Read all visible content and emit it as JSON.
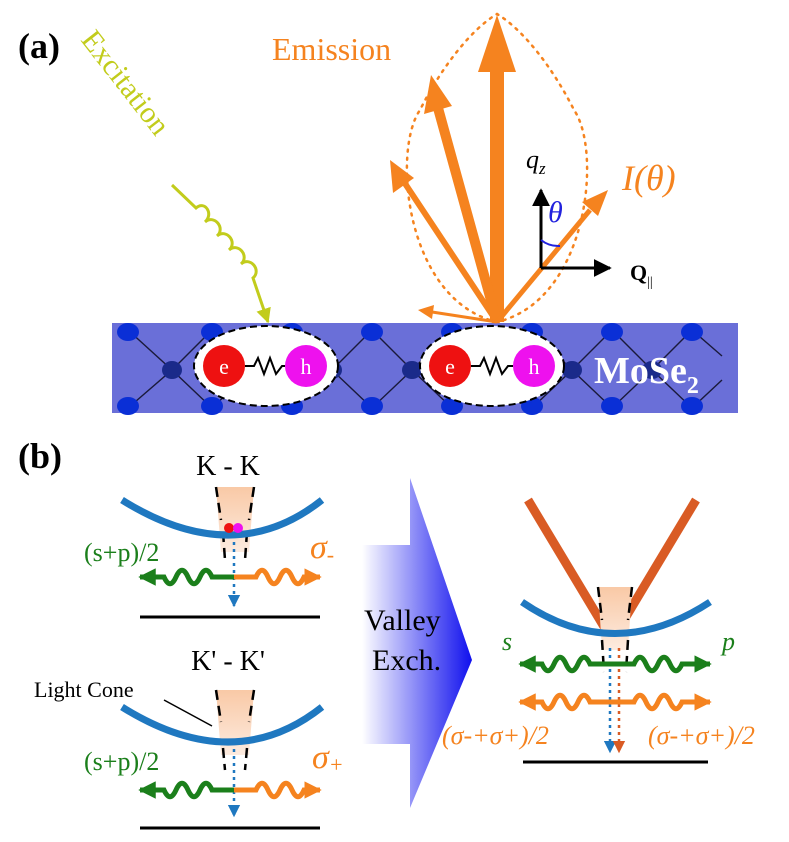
{
  "panel_a": {
    "label": "(a)",
    "excitation": "Excitation",
    "emission": "Emission",
    "intensity": "I(θ)",
    "axis_qz": {
      "q": "q",
      "sub": "z"
    },
    "theta": "θ",
    "axis_q": {
      "q": "Q",
      "sub": "||"
    },
    "material": {
      "main": "MoSe",
      "sub": "2"
    },
    "electron": "e",
    "hole": "h"
  },
  "panel_b": {
    "label": "(b)",
    "top_title": "K - K",
    "bottom_title": "K' - K'",
    "light_cone": "Light Cone",
    "sp_half": "(s+p)/2",
    "sigma_minus": {
      "base": "σ",
      "sub": "-"
    },
    "sigma_plus": {
      "base": "σ",
      "sub": "+"
    },
    "arrow_line1": "Valley",
    "arrow_line2": "Exch.",
    "s": "s",
    "p": "p",
    "sigma_mix_left": "(σ-+σ+)/2",
    "sigma_mix_right": "(σ-+σ+)/2"
  },
  "colors": {
    "orange": "#f5831f",
    "yellow_green": "#c2cc1c",
    "green": "#1b7f1b",
    "blue_band": "#1f78c0",
    "dark_orange": "#d95b24",
    "lattice_bg": "#6a6fd8",
    "lattice_atom": "#0a2fd6",
    "electron": "#ee1111",
    "hole": "#ee11ee",
    "theta_blue": "#2222dd"
  }
}
